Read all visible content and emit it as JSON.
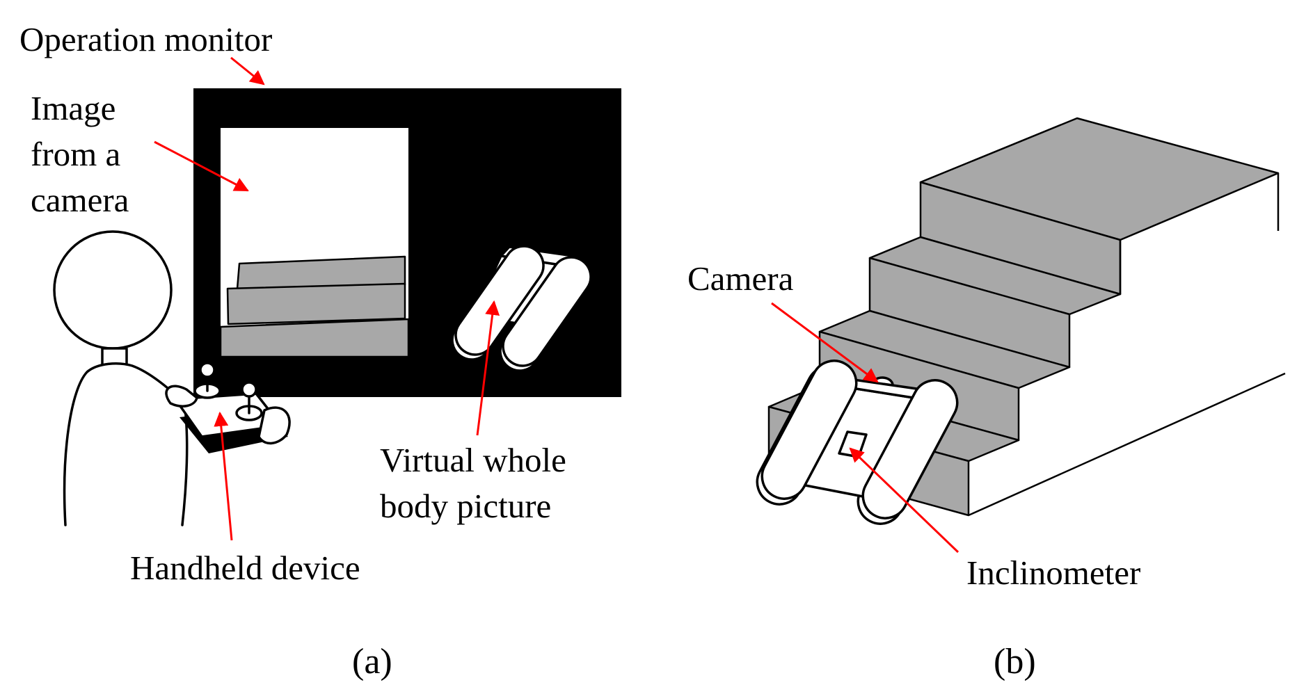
{
  "panel_a": {
    "caption": "(a)",
    "labels": {
      "operation_monitor": "Operation monitor",
      "image_line1": "Image",
      "image_line2": "from a",
      "image_line3": "camera",
      "virtual_line1": "Virtual whole",
      "virtual_line2": "body picture",
      "handheld": "Handheld device"
    }
  },
  "panel_b": {
    "caption": "(b)",
    "labels": {
      "camera": "Camera",
      "inclinometer": "Inclinometer"
    }
  },
  "colors": {
    "annotation_arrow": "#ff0000",
    "step_fill": "#a8a8a8",
    "monitor": "#000000",
    "outline": "#000000",
    "background": "#ffffff"
  }
}
